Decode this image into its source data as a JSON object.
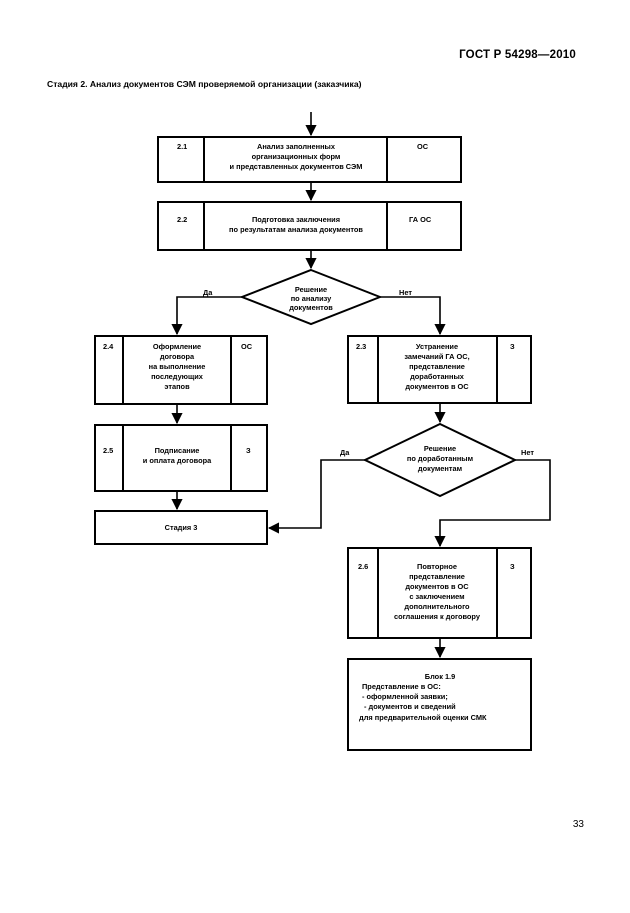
{
  "header": {
    "standard": "ГОСТ Р 54298—2010"
  },
  "stage_title": "Стадия 2. Анализ документов СЭМ проверяемой организации (заказчика)",
  "page_number": "33",
  "blocks": {
    "b21": {
      "num": "2.1",
      "lines": [
        "Анализ заполненных",
        "организационных форм",
        "и представленных документов СЭМ"
      ],
      "resp": "ОС"
    },
    "b22": {
      "num": "2.2",
      "lines": [
        "Подготовка заключения",
        "по результатам анализа документов"
      ],
      "resp": "ГА ОС"
    },
    "b24": {
      "num": "2.4",
      "lines": [
        "Оформление",
        "договора",
        "на выполнение",
        "последующих",
        "этапов"
      ],
      "resp": "ОС"
    },
    "b23": {
      "num": "2.3",
      "lines": [
        "Устранение",
        "замечаний ГА ОС,",
        "представление",
        "доработанных",
        "документов в ОС"
      ],
      "resp": "З"
    },
    "b25": {
      "num": "2.5",
      "lines": [
        "Подписание",
        "и оплата договора"
      ],
      "resp": "З"
    },
    "b26": {
      "num": "2.6",
      "lines": [
        "Повторное",
        "представление",
        "документов в ОС",
        "с заключением",
        "дополнительного",
        "соглашения к договору"
      ],
      "resp": "З"
    },
    "stage3": {
      "label": "Стадия 3"
    },
    "b19": {
      "lines": [
        "Блок 1.9",
        "Представление в ОС:",
        "- оформленной заявки;",
        "- документов и сведений",
        "для предварительной оценки СМК"
      ]
    }
  },
  "decisions": {
    "d1": {
      "lines": [
        "Решение",
        "по анализу",
        "документов"
      ],
      "yes": "Да",
      "no": "Нет"
    },
    "d2": {
      "lines": [
        "Решение",
        "по доработанным",
        "документам"
      ],
      "yes": "Да",
      "no": "Нет"
    }
  }
}
